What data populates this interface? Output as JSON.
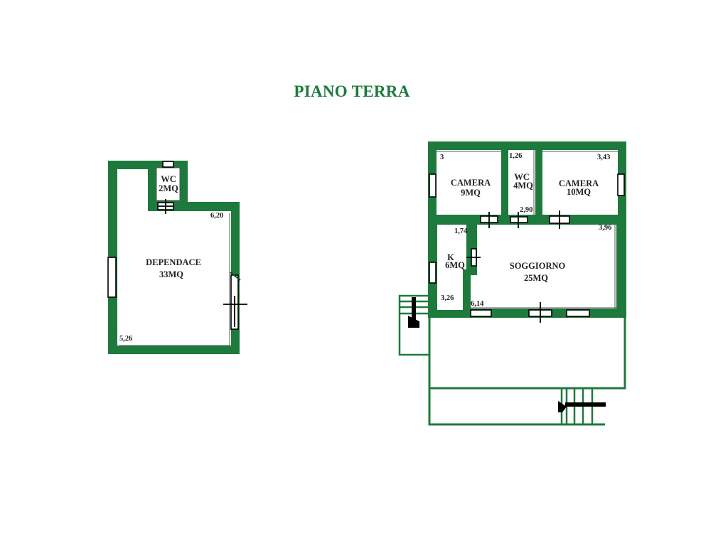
{
  "title": "PIANO TERRA",
  "colors": {
    "wall": "#1e7a3c",
    "title": "#1e7a3c"
  },
  "dependance": {
    "main": {
      "name": "DEPENDACE",
      "area": "33MQ",
      "dims": [
        "6,20",
        "5,26"
      ]
    },
    "wc": {
      "name": "WC",
      "area": "2MQ"
    }
  },
  "house": {
    "camera1": {
      "name": "CAMERA",
      "area": "9MQ",
      "dims": [
        "3"
      ]
    },
    "wc": {
      "name": "WC",
      "area": "4MQ",
      "dims": [
        "1,26",
        "2,90"
      ]
    },
    "camera2": {
      "name": "CAMERA",
      "area": "10MQ",
      "dims": [
        "3,43"
      ]
    },
    "kitchen": {
      "name": "K",
      "area": "6MQ",
      "dims": [
        "1,74",
        "3,26"
      ]
    },
    "soggiorno": {
      "name": "SOGGIORNO",
      "area": "25MQ",
      "dims": [
        "3,96",
        "6,14"
      ]
    }
  }
}
